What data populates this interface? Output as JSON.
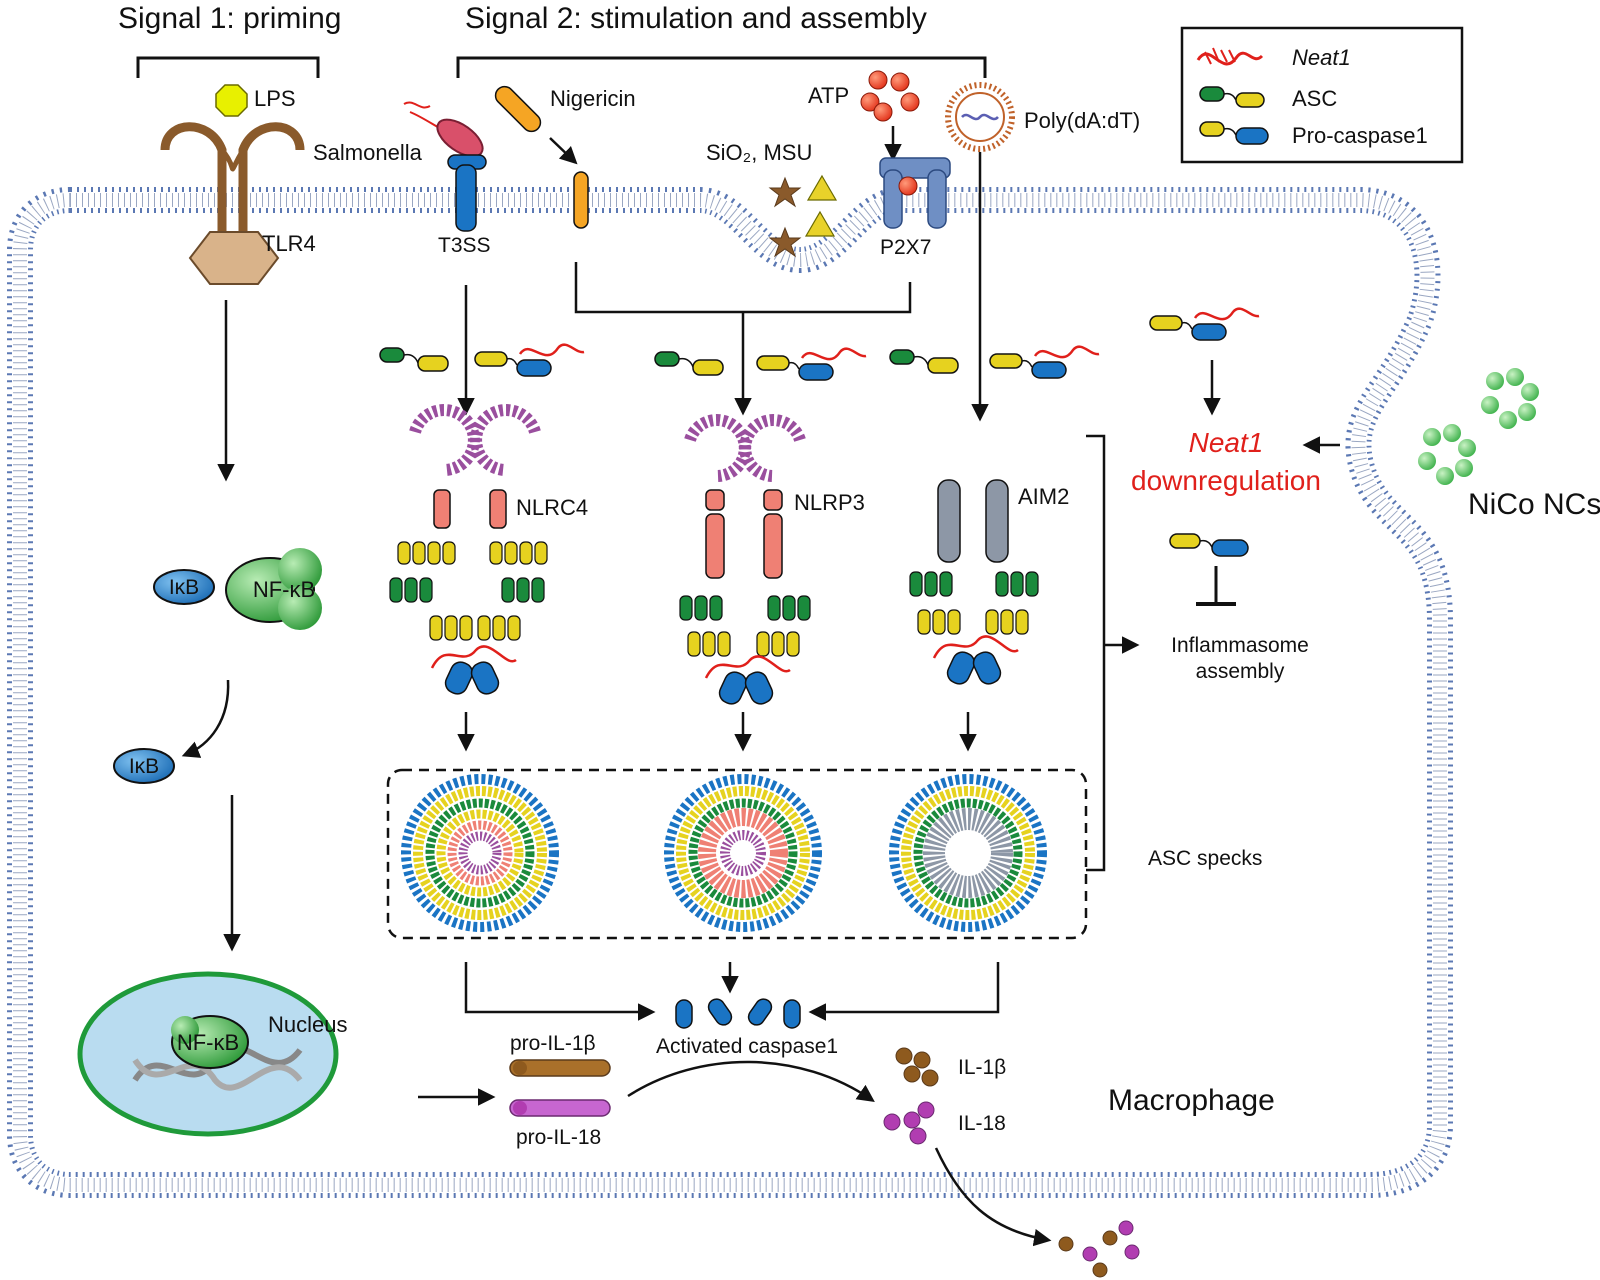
{
  "headers": {
    "signal1": "Signal 1: priming",
    "signal2": "Signal 2: stimulation and assembly"
  },
  "legend": {
    "neat1": "Neat1",
    "asc": "ASC",
    "procasp": "Pro-caspase1"
  },
  "labels": {
    "lps": "LPS",
    "tlr4": "TLR4",
    "salmonella": "Salmonella",
    "t3ss": "T3SS",
    "nigericin": "Nigericin",
    "sio2": "SiO₂, MSU",
    "atp": "ATP",
    "p2x7": "P2X7",
    "polydadt": "Poly(dA:dT)",
    "nlrc4": "NLRC4",
    "nlrp3": "NLRP3",
    "aim2": "AIM2",
    "neat1_red": "Neat1",
    "downregulation": "downregulation",
    "nico": "NiCo NCs",
    "infl1": "Inflammasome",
    "infl2": "assembly",
    "asc_specks": "ASC specks",
    "ikb": "IκB",
    "nfkb": "NF-κB",
    "ikb2": "IκB",
    "nucleus": "Nucleus",
    "nfkb2": "NF-κB",
    "pro_il1b": "pro-IL-1β",
    "pro_il18": "pro-IL-18",
    "act_casp": "Activated caspase1",
    "il1b": "IL-1β",
    "il18": "IL-18",
    "macrophage": "Macrophage"
  },
  "colors": {
    "asc_green": "#1a8a3c",
    "asc_yellow": "#e6d21f",
    "casp_blue": "#1a74c4",
    "neat1_red": "#e0201b",
    "nlrc4_purple": "#9a4f9e",
    "nlr_salmon": "#ef8074",
    "aim2_gray": "#8d97a6",
    "membrane": "#5b78b3",
    "il1b_brown": "#8e5a1e",
    "il18_magenta": "#b13db1",
    "nico_green": "#4fc25a"
  }
}
